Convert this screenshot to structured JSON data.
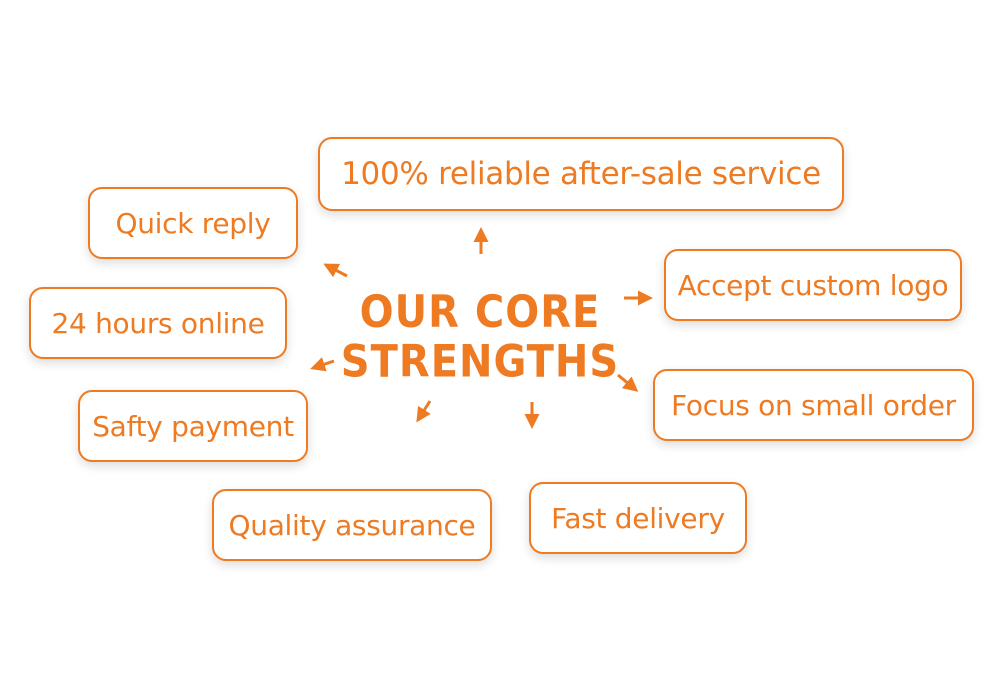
{
  "title": {
    "line1": "OUR CORE",
    "line2": "STRENGTHS"
  },
  "strengths": {
    "after_sale": "100% reliable after-sale service",
    "quick_reply": "Quick reply",
    "custom_logo": "Accept custom logo",
    "online": "24 hours online",
    "small_order": "Focus on small order",
    "payment": "Safty payment",
    "delivery": "Fast delivery",
    "quality": "Quality assurance"
  },
  "colors": {
    "accent": "#ee7a22",
    "background": "#ffffff"
  }
}
